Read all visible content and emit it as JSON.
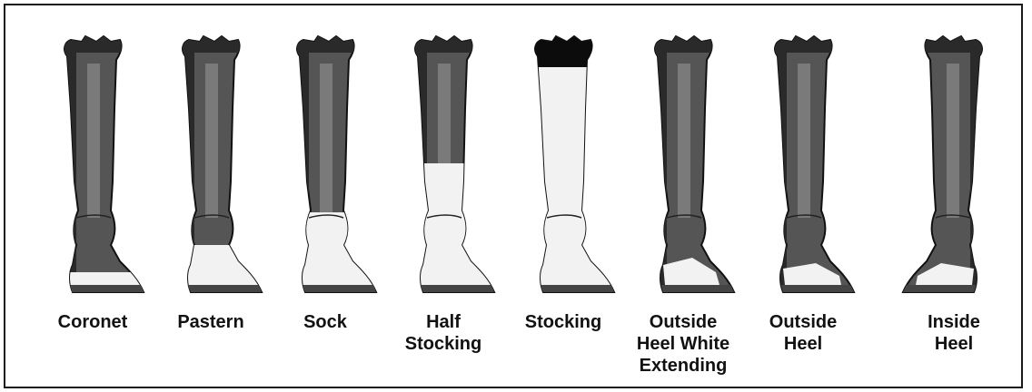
{
  "figure": {
    "colors": {
      "border": "#1a1a1a",
      "label": "#111111",
      "coat_dark": "#2a2a2a",
      "coat_mid": "#555555",
      "coat_highlight": "#8a8a8a",
      "white_marking": "#f2f2f2",
      "hoof": "#444444"
    },
    "legs": [
      {
        "label": "Coronet",
        "marking": "coronet",
        "facing": "right"
      },
      {
        "label": "Pastern",
        "marking": "pastern",
        "facing": "right"
      },
      {
        "label": "Sock",
        "marking": "sock",
        "facing": "right"
      },
      {
        "label": "Half\nStocking",
        "marking": "half-stocking",
        "facing": "right"
      },
      {
        "label": "Stocking",
        "marking": "stocking",
        "facing": "right"
      },
      {
        "label": "Outside\nHeel White\nExtending",
        "marking": "outside-heel-extending",
        "facing": "right"
      },
      {
        "label": "Outside\nHeel",
        "marking": "outside-heel",
        "facing": "right"
      },
      {
        "label": "Inside\nHeel",
        "marking": "inside-heel",
        "facing": "left"
      }
    ]
  }
}
